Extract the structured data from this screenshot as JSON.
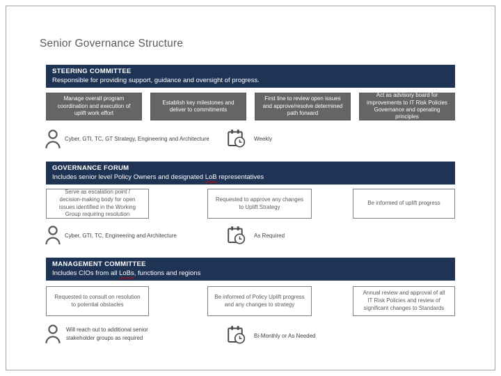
{
  "page": {
    "title": "Senior Governance Structure"
  },
  "colors": {
    "header_navy": "#1f3455",
    "responsibility_gray": "#656565",
    "box_border_gray": "#7f7f7f",
    "text_gray": "#595959",
    "spellcheck_red": "#cc0000"
  },
  "icons": {
    "members": "person-icon",
    "frequency": "calendar-clock-icon"
  },
  "sections": [
    {
      "title": "STEERING COMMITTEE",
      "subtitle_before": "Responsible for providing support, guidance and oversight of progress.",
      "subtitle_spell": "",
      "subtitle_after": "",
      "responsibilities": [
        "Manage overall program coordination and execution of uplift work effort",
        "Establish key milestones and deliver to commitments",
        "First line to review open issues and approve/resolve determined path forward",
        "Act as advisory board for improvements to IT Risk Policies Governance and operating principles"
      ],
      "members": "Cyber, GTI, TC, GT Strategy, Engineering and Architecture",
      "frequency": "Weekly"
    },
    {
      "title": "GOVERNANCE FORUM",
      "subtitle_before": "Includes senior level Policy Owners and designated ",
      "subtitle_spell": "LoB",
      "subtitle_after": " representatives",
      "responsibilities": [
        "Serve  as escalation point / decision-making body for open issues identified in the Working Group requiring  resolution",
        "Requested to approve any changes to Uplift Strategy",
        "Be informed of uplift progress"
      ],
      "members": "Cyber, GTI, TC, Engineering and Architecture",
      "frequency": "As Required"
    },
    {
      "title": "MANAGEMENT COMMITTEE",
      "subtitle_before": "Includes CIOs from all ",
      "subtitle_spell": "LoBs",
      "subtitle_after": ", functions and regions",
      "responsibilities": [
        "Requested to consult on resolution to potential obstacles",
        "Be informed of  Policy Uplift progress and any changes to strategy",
        "Annual review and approval of all IT Risk Policies and review of significant changes to Standards"
      ],
      "members": "Will reach out to additional senior stakeholder groups as required",
      "frequency": "Bi-Monthly or As Needed"
    }
  ]
}
